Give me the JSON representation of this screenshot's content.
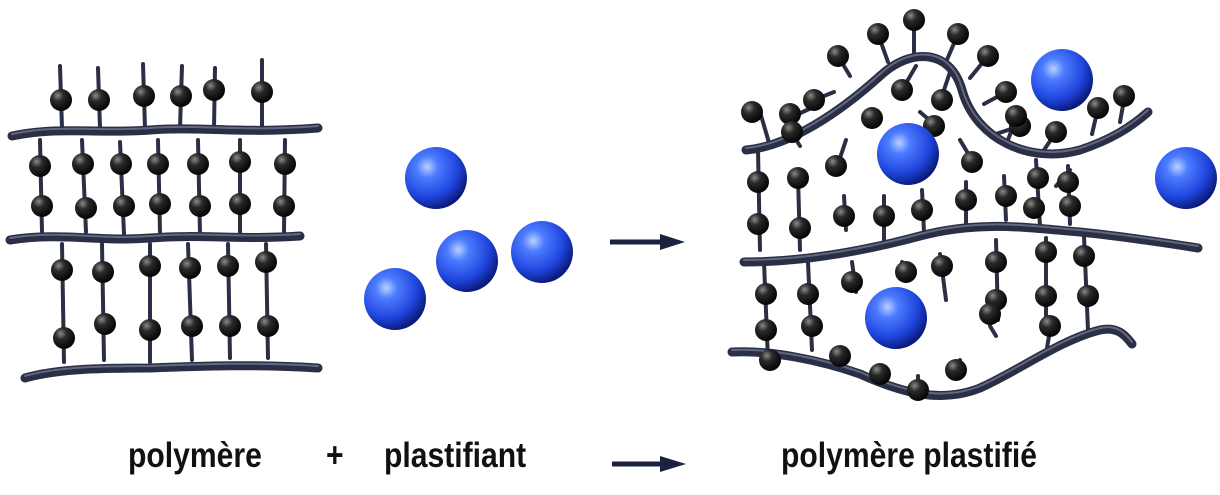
{
  "labels": {
    "polymer": "polymère",
    "plus": "+",
    "plasticizer": "plastifiant",
    "result": "polymère plastifié"
  },
  "colors": {
    "chain": "#2a2f45",
    "bead": "#141414",
    "sphere": "#1f45dd",
    "arrow": "#1a2240"
  }
}
